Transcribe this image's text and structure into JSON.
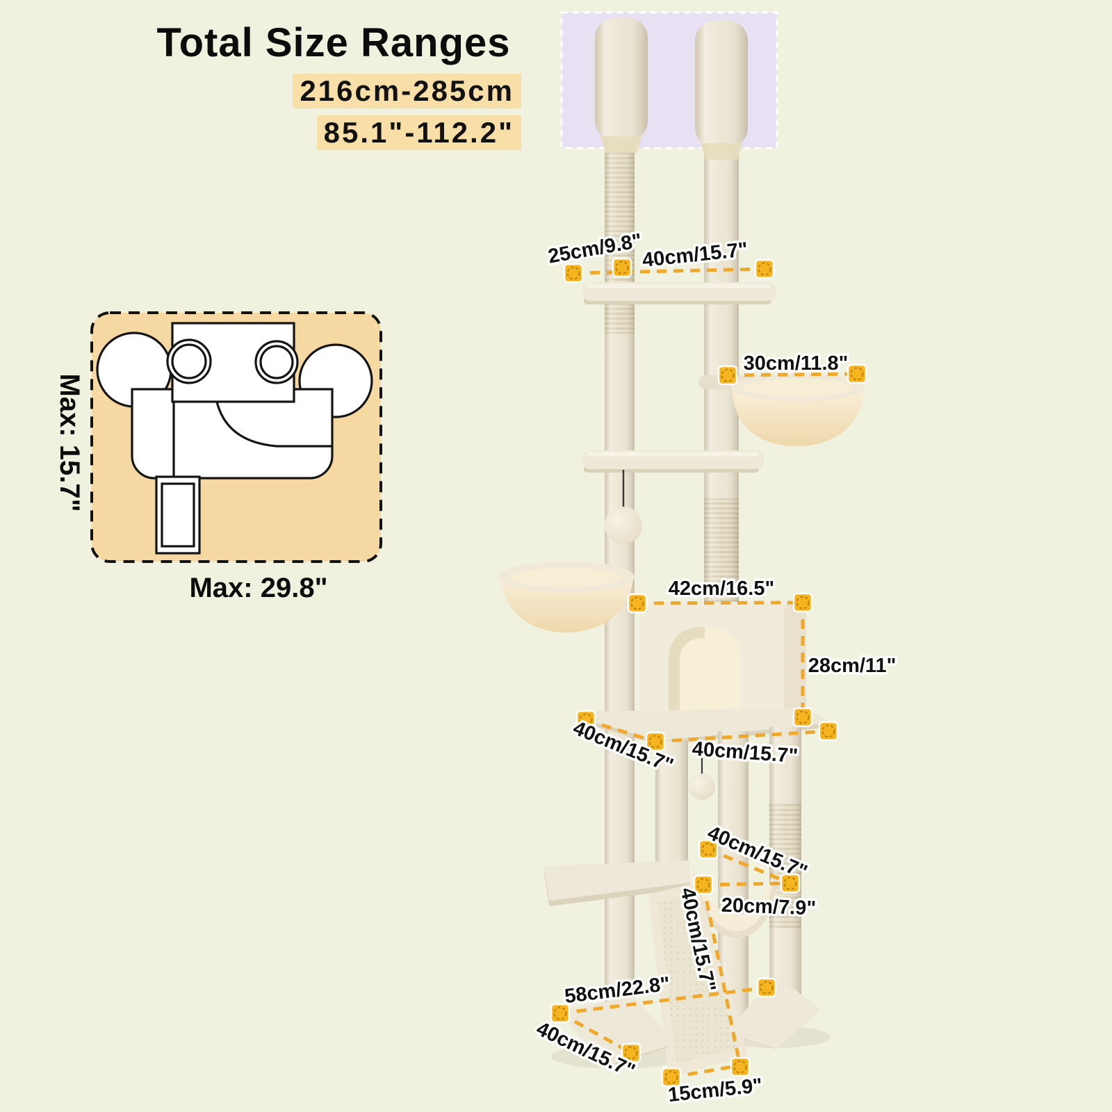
{
  "title": "Total Size Ranges",
  "size_range": {
    "metric": "216cm-285cm",
    "imperial": "85.1\"-112.2\""
  },
  "footprint": {
    "depth_label": "Max: 15.7\"",
    "width_label": "Max: 29.8\""
  },
  "dimension_labels": {
    "top_left_offset": "25cm/9.8\"",
    "top_span": "40cm/15.7\"",
    "upper_basket": "30cm/11.8\"",
    "condo_width": "42cm/16.5\"",
    "condo_height": "28cm/11\"",
    "condo_platform_depth": "40cm/15.7\"",
    "condo_platform_width": "40cm/15.7\"",
    "hammock_span": "40cm/15.7\"",
    "hammock_width": "20cm/7.9\"",
    "ramp_length": "40cm/15.7\"",
    "base_span": "58cm/22.8\"",
    "base_depth": "40cm/15.7\"",
    "ramp_width": "15cm/5.9\""
  },
  "colors": {
    "background": "#f1f1e0",
    "range_highlight": "#f8dfa8",
    "ceiling_zone": "#e8e1f4",
    "footprint_fill": "#f6d9a2",
    "marker_orange": "#f6b41f",
    "dash_line_orange": "#f0a82a",
    "plush_beige": "#ece5d3"
  }
}
